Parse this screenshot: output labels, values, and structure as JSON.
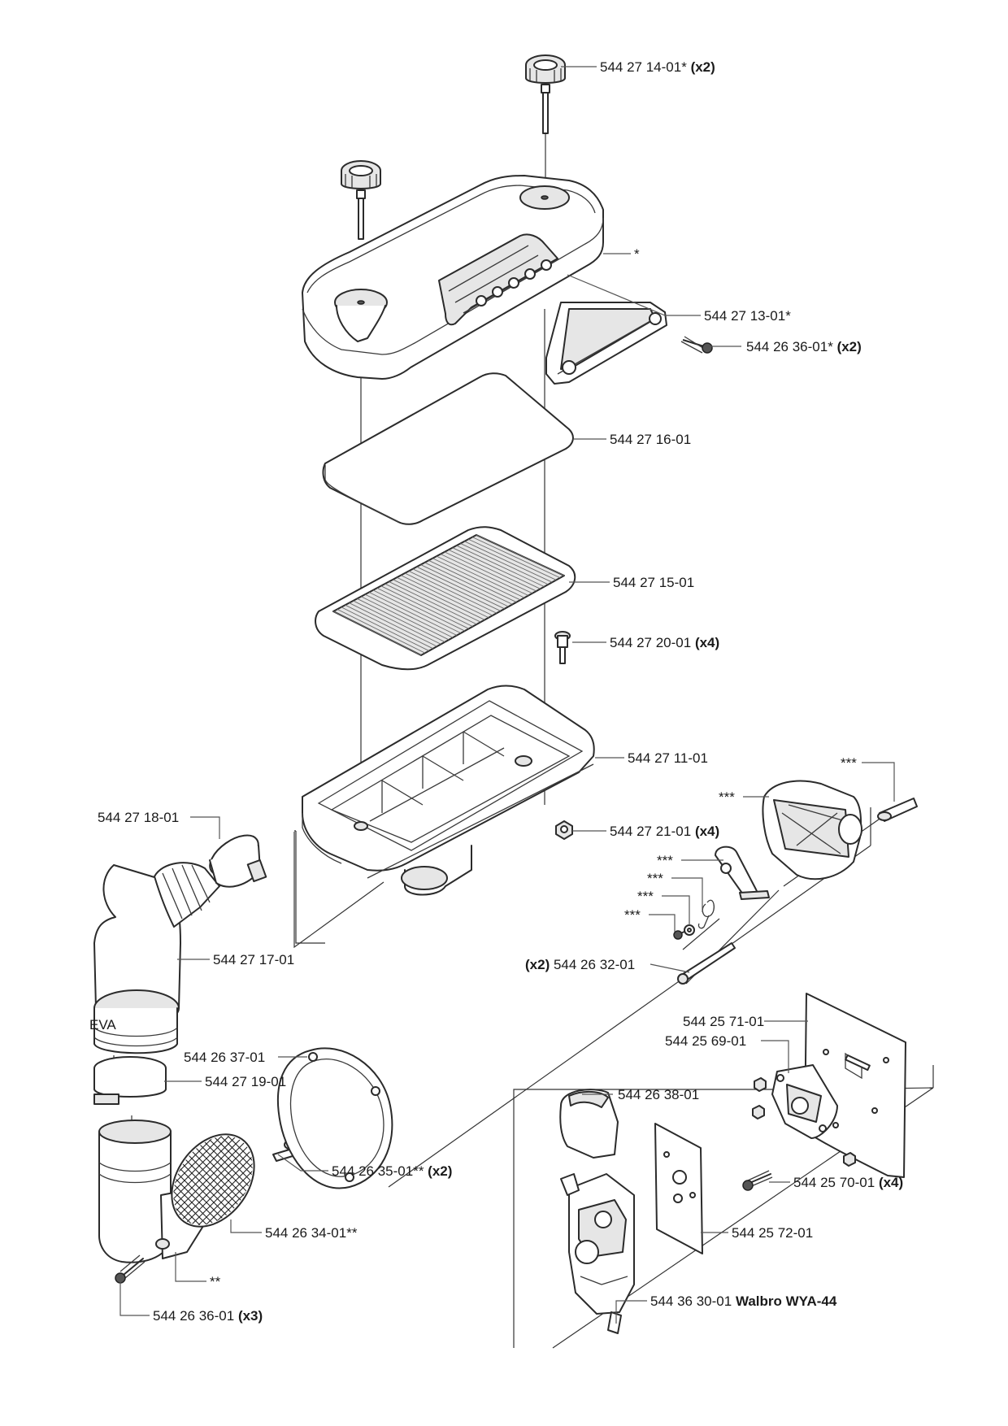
{
  "callouts": [
    {
      "id": "cover-knob",
      "part_no": "544 27 14-01*",
      "qty": "(x2)"
    },
    {
      "id": "cover",
      "part_no": "*",
      "qty": ""
    },
    {
      "id": "handle",
      "part_no": "544 27 13-01*",
      "qty": ""
    },
    {
      "id": "handle-screw",
      "part_no": "544 26 36-01*",
      "qty": "(x2)"
    },
    {
      "id": "pre-filter",
      "part_no": "544 27 16-01",
      "qty": ""
    },
    {
      "id": "air-filter",
      "part_no": "544 27 15-01",
      "qty": ""
    },
    {
      "id": "screw",
      "part_no": "544 27 20-01",
      "qty": "(x4)"
    },
    {
      "id": "housing",
      "part_no": "544 27 11-01",
      "qty": ""
    },
    {
      "id": "fitting",
      "part_no": "***",
      "qty": ""
    },
    {
      "id": "flange",
      "part_no": "***",
      "qty": ""
    },
    {
      "id": "nut",
      "part_no": "544 27 21-01",
      "qty": "(x4)"
    },
    {
      "id": "clamp-top",
      "part_no": "544 27 18-01",
      "qty": ""
    },
    {
      "id": "lever",
      "part_no": "***",
      "qty": ""
    },
    {
      "id": "spring",
      "part_no": "***",
      "qty": ""
    },
    {
      "id": "washer",
      "part_no": "***",
      "qty": ""
    },
    {
      "id": "small-screw",
      "part_no": "***",
      "qty": ""
    },
    {
      "id": "elbow-hose",
      "part_no": "544 27 17-01",
      "qty": ""
    },
    {
      "id": "long-bolt",
      "part_no": "544 26 32-01",
      "qty": "(x2)"
    },
    {
      "id": "heat-shield",
      "part_no": "544 25 71-01",
      "qty": ""
    },
    {
      "id": "spacer-block",
      "part_no": "544 25 69-01",
      "qty": ""
    },
    {
      "id": "gasket",
      "part_no": "544 26 37-01",
      "qty": ""
    },
    {
      "id": "clamp-bottom",
      "part_no": "544 27 19-01",
      "qty": ""
    },
    {
      "id": "carb-cover",
      "part_no": "544 26 38-01",
      "qty": ""
    },
    {
      "id": "adapter-screw",
      "part_no": "544 26 35-01**",
      "qty": "(x2)"
    },
    {
      "id": "block-screw",
      "part_no": "544 25 70-01",
      "qty": "(x4)"
    },
    {
      "id": "screen",
      "part_no": "544 26 34-01**",
      "qty": ""
    },
    {
      "id": "carb-gasket",
      "part_no": "544 25 72-01",
      "qty": ""
    },
    {
      "id": "adapter",
      "part_no": "**",
      "qty": ""
    },
    {
      "id": "carburetor",
      "part_no": "544 36 30-01",
      "qty": "Walbro WYA-44"
    },
    {
      "id": "adapter-screws",
      "part_no": "544 26 36-01",
      "qty": "(x3)"
    }
  ],
  "hose_marking": "EVA"
}
